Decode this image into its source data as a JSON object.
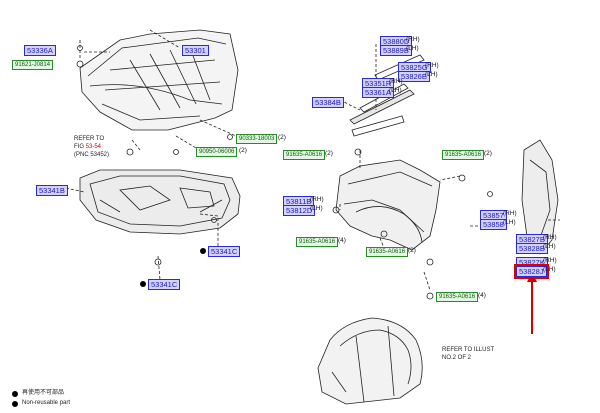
{
  "colors": {
    "callout_fill": "#d4d2ff",
    "callout_border": "#2b2bd6",
    "hardware_fill": "#e4f7e4",
    "hardware_border": "#2a8a2a",
    "highlight": "#e00000",
    "arrow": "#d40000"
  },
  "parts": {
    "p53336A": "53336A",
    "p53301": "53301",
    "p91621_J0814": "91621-J0814",
    "p90333_18003": "90333-18003",
    "p90333_18003_qty": "(2)",
    "p90950_06006": "90950-06006",
    "p90950_06006_qty": "(2)",
    "p53341B": "53341B",
    "p53341C_1": "53341C",
    "p53341C_2": "53341C",
    "p53880D": "53880D",
    "p53889B": "53889B",
    "p53880D_sfx": "(RH)",
    "p53889B_sfx": "(LH)",
    "p53825G": "53825G",
    "p53826E": "53826E",
    "p53825G_sfx": "(RH)",
    "p53826E_sfx": "(LH)",
    "p53384B": "53384B",
    "p53351R": "53351R",
    "p53361A": "53361A",
    "p53351R_sfx": "(RH)",
    "p53361A_sfx": "(LH)",
    "p91635_A0616_a": "91635-A0616",
    "p91635_A0616_a_qty": "(2)",
    "p91635_A0616_b": "91635-A0616",
    "p91635_A0616_b_qty": "(2)",
    "p53811B": "53811B",
    "p53812D": "53812D",
    "p53811B_sfx": "(RH)",
    "p53812D_sfx": "(LH)",
    "p91635_A0616_c": "91635-A0616",
    "p91635_A0616_c_qty": "(4)",
    "p91635_A0616_d": "91635-A0616",
    "p91635_A0616_d_qty": "(2)",
    "p91635_A0616_e": "91635-A0616",
    "p91635_A0616_e_qty": "(4)",
    "p53857": "53857",
    "p53858": "53858",
    "p53857_sfx": "(RH)",
    "p53858_sfx": "(LH)",
    "p53827B": "53827B",
    "p53828B": "53828B",
    "p53827B_sfx": "(RH)",
    "p53828B_sfx": "(LH)",
    "p53827K": "53827K",
    "p53828J": "53828J",
    "p53827K_sfx": "(RH)",
    "p53828J_sfx": "(LH)"
  },
  "notes": {
    "refer_fig_1": "REFER TO",
    "refer_fig_2": "FIG",
    "refer_fig_link": "53-54",
    "refer_fig_3": "(PNC 53452)",
    "refer_illust_1": "REFER TO ILLUST",
    "refer_illust_2": "NO.2 OF 2"
  },
  "legend": {
    "jp": "再使用不可部品",
    "en": "Non-reusable part"
  }
}
